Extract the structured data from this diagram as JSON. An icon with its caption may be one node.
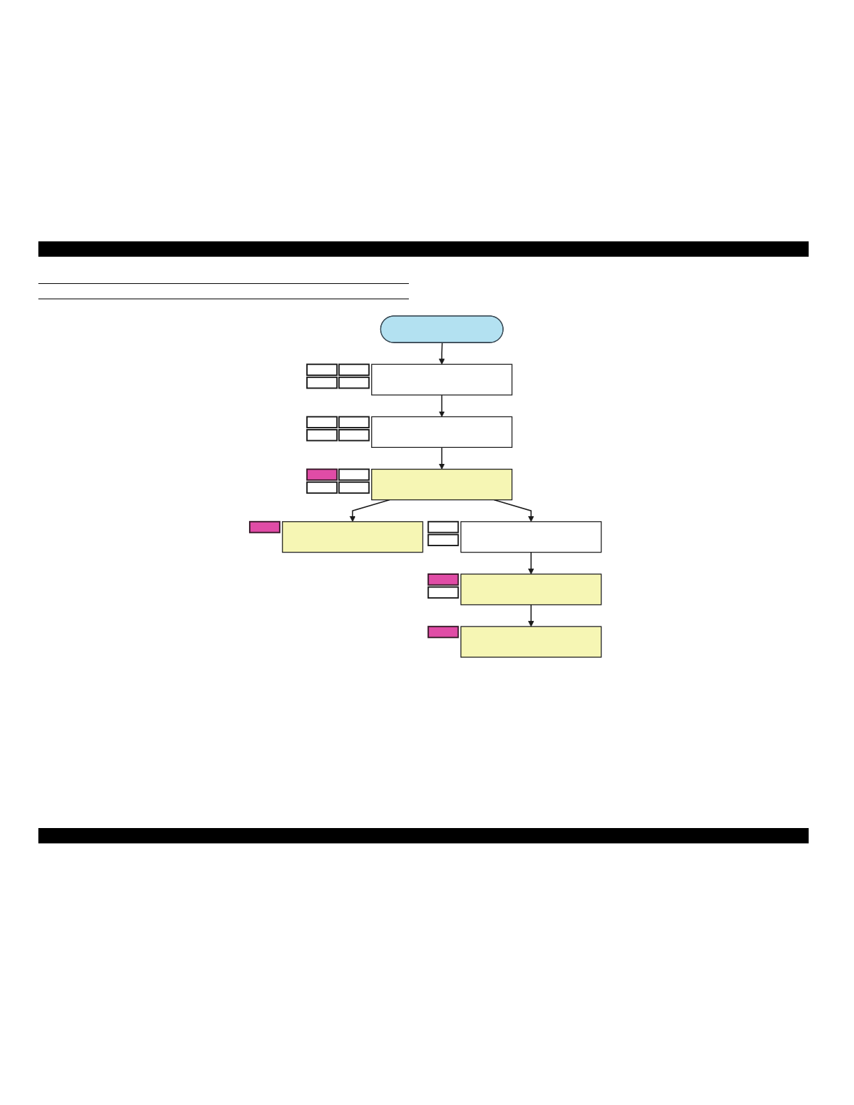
{
  "diagram": {
    "nodes": [
      {
        "text": [],
        "shape": "stadium"
      },
      {
        "text": [],
        "shape": "box"
      },
      {
        "text": [],
        "shape": "box"
      },
      {
        "text": [],
        "shape": "box"
      },
      {
        "text": [],
        "shape": "box"
      },
      {
        "text": [],
        "shape": "box"
      },
      {
        "text": [],
        "shape": "box"
      },
      {
        "text": [],
        "shape": "box"
      },
      {
        "text": [],
        "shape": "box"
      },
      {
        "text": [],
        "shape": "box"
      },
      {
        "text": [],
        "shape": "box"
      },
      {
        "text": [],
        "shape": "box"
      },
      {
        "text": [],
        "shape": "box"
      },
      {
        "text": [],
        "shape": "box"
      },
      {
        "text": [],
        "shape": "box"
      },
      {
        "text": [],
        "shape": "box"
      },
      {
        "text": [],
        "shape": "box"
      },
      {
        "text": [],
        "shape": "box"
      },
      {
        "text": [],
        "shape": "box"
      },
      {
        "text": [],
        "shape": "box"
      },
      {
        "text": [],
        "shape": "box"
      },
      {
        "text": [],
        "shape": "box"
      },
      {
        "text": [],
        "shape": "box"
      },
      {
        "text": [],
        "shape": "box"
      },
      {
        "text": [],
        "shape": "box"
      },
      {
        "text": [],
        "shape": "box"
      }
    ],
    "edges": [
      {
        "from": 0,
        "to": 5,
        "arrow": "to"
      },
      {
        "from": 5,
        "to": 10,
        "arrow": "to"
      },
      {
        "from": 10,
        "to": 15,
        "arrow": "to"
      },
      {
        "from": 15,
        "to": 17,
        "arrow": "to"
      },
      {
        "from": 15,
        "to": 20,
        "arrow": "to"
      },
      {
        "from": 20,
        "to": 23,
        "arrow": "to"
      },
      {
        "from": 23,
        "to": 25,
        "arrow": "to"
      }
    ]
  }
}
